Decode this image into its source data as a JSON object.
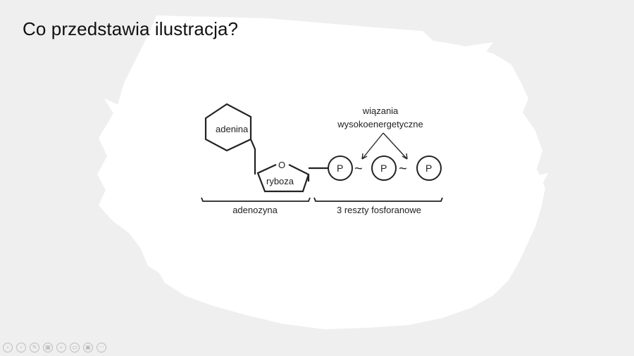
{
  "slide": {
    "title": "Co przedstawia ilustracja?"
  },
  "diagram": {
    "adenine_label": "adenina",
    "ribose_label": "ryboza",
    "ring_oxygen": "O",
    "phosphate_label": "P",
    "bond_label_line1": "wiązania",
    "bond_label_line2": "wysokoenergetyczne",
    "bond_symbol": "~",
    "bracket_adenosine": "adenozyna",
    "bracket_phosphates": "3 reszty fosforanowe"
  },
  "controls": {
    "icons": [
      "previous-icon",
      "next-icon",
      "pen-icon",
      "slides-icon",
      "zoom-icon",
      "subtitles-icon",
      "display-icon",
      "more-icon"
    ],
    "glyphs": [
      "‹",
      "›",
      "✎",
      "▦",
      "⌕",
      "▭",
      "▣",
      "···"
    ]
  },
  "colors": {
    "background": "#efefef",
    "brush": "#ffffff",
    "ink": "#111111"
  }
}
